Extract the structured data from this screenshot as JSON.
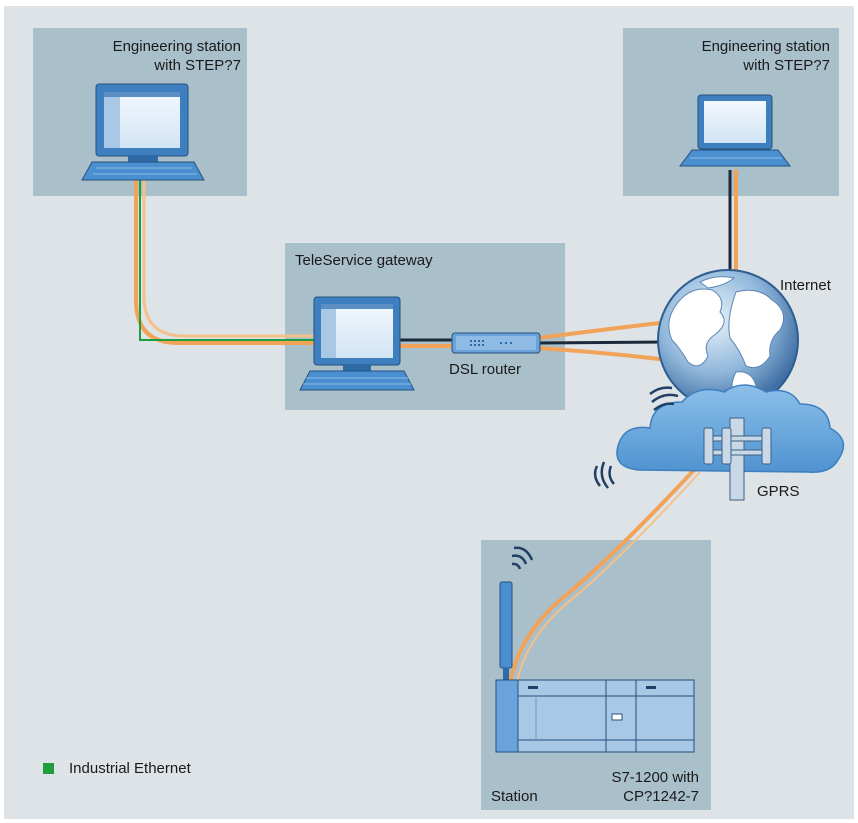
{
  "stations": {
    "left_title_1": "Engineering station",
    "left_title_2": "with STEP?7",
    "right_title_1": "Engineering station",
    "right_title_2": "with STEP?7"
  },
  "gateway": {
    "title": "TeleService gateway",
    "router": "DSL router"
  },
  "network": {
    "internet": "Internet",
    "gprs": "GPRS"
  },
  "plant": {
    "station": "Station",
    "device_1": "S7-1200 with",
    "device_2": "CP?1242-7"
  },
  "legend": {
    "label": "Industrial Ethernet",
    "color": "#1e9e3c"
  },
  "colors": {
    "background": "#dde3e7",
    "box": "#a9bfca",
    "cable_orange": "#f2a35a",
    "cable_dark": "#1b2a3a",
    "device_blue": "#3d7fbf"
  }
}
